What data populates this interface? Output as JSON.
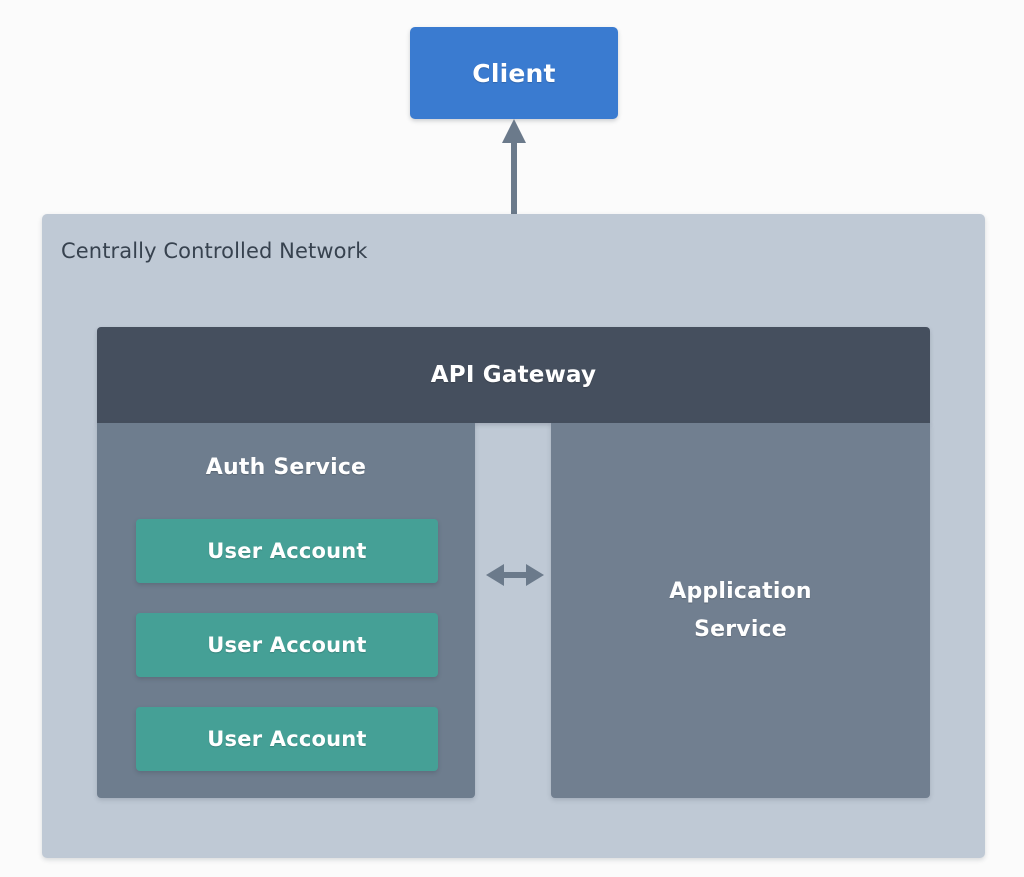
{
  "diagram": {
    "type": "architecture-block-diagram",
    "background_color": "#fbfbfb",
    "client": {
      "label": "Client",
      "color": "#3a7bd0",
      "text_color": "#ffffff"
    },
    "client_gateway_connector": {
      "icon": "double-headed-vertical-arrow",
      "color": "#6b7a8b",
      "direction": "bidirectional"
    },
    "network": {
      "title": "Centrally Controlled Network",
      "color": "#bfc9d5",
      "title_color": "#37424f"
    },
    "api_gateway": {
      "label": "API Gateway",
      "color": "#454f5e",
      "text_color": "#ffffff"
    },
    "auth_service": {
      "title": "Auth Service",
      "color": "#6e7d8e",
      "text_color": "#ffffff",
      "accounts": [
        {
          "label": "User Account"
        },
        {
          "label": "User Account"
        },
        {
          "label": "User Account"
        }
      ],
      "account_color": "#45a096"
    },
    "service_connector": {
      "icon": "double-headed-horizontal-arrow",
      "color": "#6b7a8b",
      "direction": "bidirectional"
    },
    "application_service": {
      "label": "Application Service",
      "label_line_1": "Application",
      "label_line_2": "Service",
      "color": "#717f90",
      "text_color": "#ffffff"
    }
  }
}
